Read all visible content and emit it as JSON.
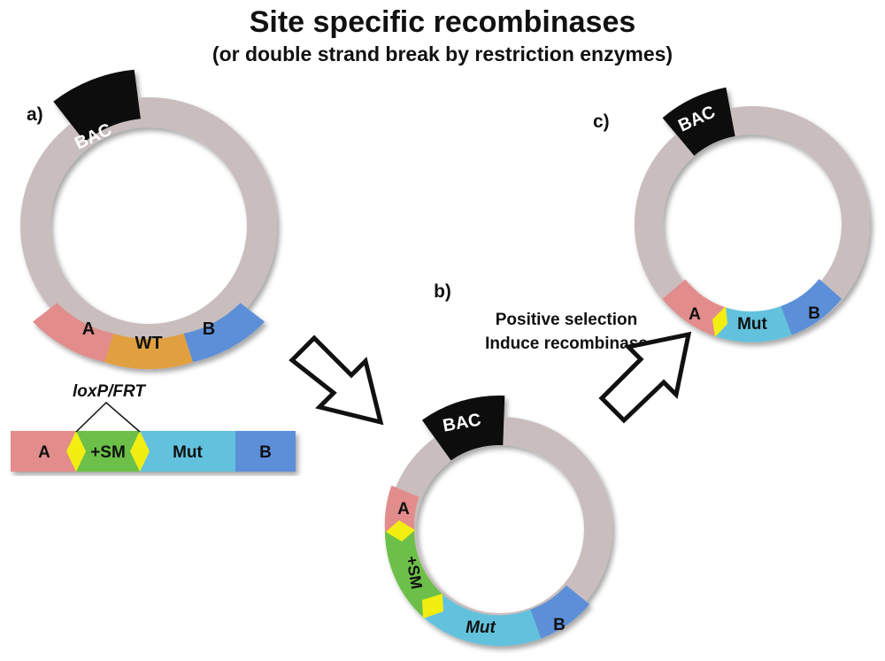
{
  "title": "Site specific recombinases",
  "subtitle": "(or double strand break by restriction enzymes)",
  "panels": {
    "a": {
      "label": "a)"
    },
    "b": {
      "label": "b)",
      "lines": [
        "Positive selection",
        "Induce recombinase"
      ]
    },
    "c": {
      "label": "c)"
    }
  },
  "segments": {
    "bac": "BAC",
    "a": "A",
    "b": "B",
    "wt": "WT",
    "mut": "Mut",
    "sm": "+SM"
  },
  "site_label": "loxP/FRT",
  "colors": {
    "backbone": "#c9bdbd",
    "bac": "#111111",
    "a": "#e28c8c",
    "b": "#5b8fd8",
    "wt": "#e0a040",
    "mut": "#62c2de",
    "sm": "#6cc04a",
    "site": "#f2ee12"
  }
}
